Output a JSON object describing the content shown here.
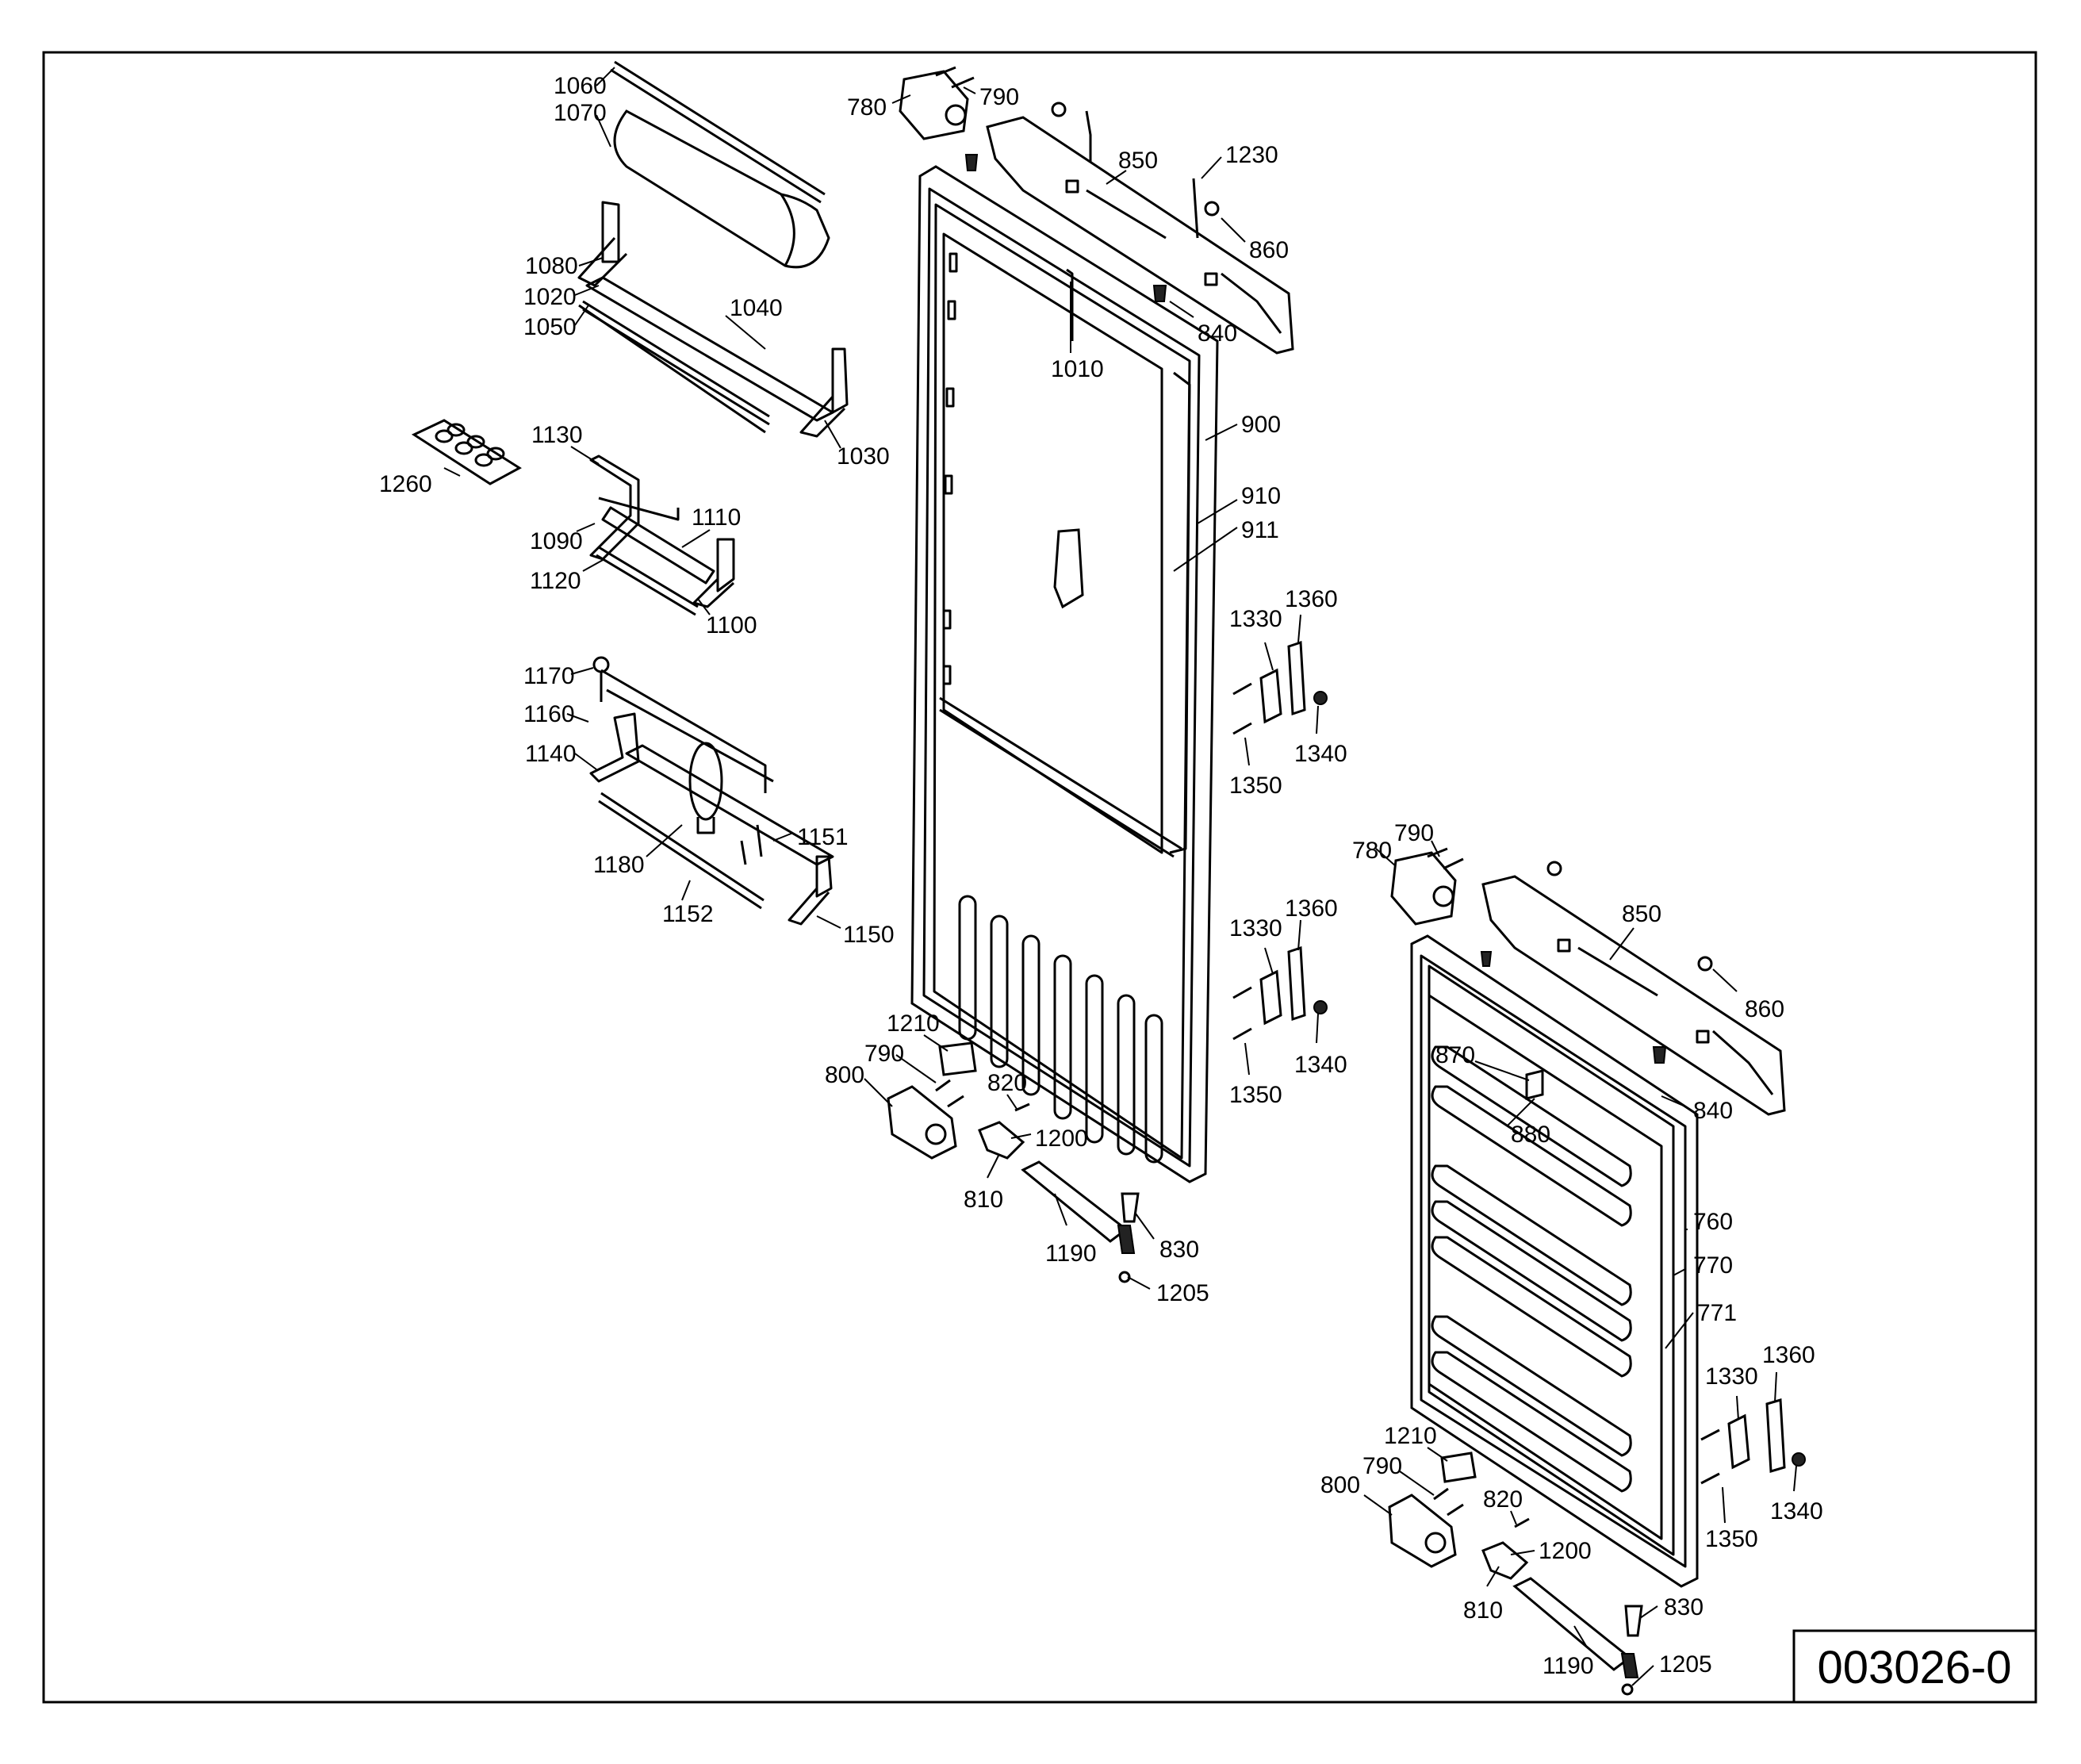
{
  "drawing_number": "003026-0",
  "callouts": {
    "p1060": "1060",
    "p1070": "1070",
    "p1080": "1080",
    "p1020": "1020",
    "p1050": "1050",
    "p1040": "1040",
    "p1030": "1030",
    "p1260": "1260",
    "p1130": "1130",
    "p1110": "1110",
    "p1090": "1090",
    "p1120": "1120",
    "p1100": "1100",
    "p1170": "1170",
    "p1160": "1160",
    "p1140": "1140",
    "p1151": "1151",
    "p1180": "1180",
    "p1152": "1152",
    "p1150": "1150",
    "p780a": "780",
    "p790a": "790",
    "p850a": "850",
    "p1230": "1230",
    "p860a": "860",
    "p840a": "840",
    "p1010": "1010",
    "p900": "900",
    "p910": "910",
    "p911": "911",
    "p1330a": "1330",
    "p1360a": "1360",
    "p1340a": "1340",
    "p1350a": "1350",
    "p1330b": "1330",
    "p1360b": "1360",
    "p1340b": "1340",
    "p1350b": "1350",
    "p1210a": "1210",
    "p790b": "790",
    "p800a": "800",
    "p820a": "820",
    "p1200a": "1200",
    "p810a": "810",
    "p1190a": "1190",
    "p830a": "830",
    "p1205a": "1205",
    "p790c": "790",
    "p780b": "780",
    "p850b": "850",
    "p860b": "860",
    "p870": "870",
    "p880": "880",
    "p840b": "840",
    "p760": "760",
    "p770": "770",
    "p771": "771",
    "p1330c": "1330",
    "p1360c": "1360",
    "p1340c": "1340",
    "p1350c": "1350",
    "p1210b": "1210",
    "p790d": "790",
    "p800b": "800",
    "p820b": "820",
    "p1200b": "1200",
    "p810b": "810",
    "p830b": "830",
    "p1190b": "1190",
    "p1205b": "1205"
  }
}
